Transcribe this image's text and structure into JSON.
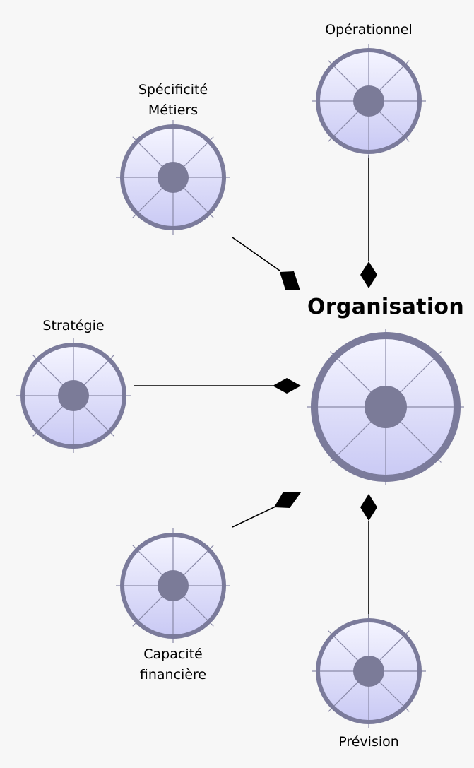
{
  "diagram": {
    "central_node": {
      "label": "Organisation"
    },
    "nodes": {
      "operationnel": {
        "lines": [
          "Opérationnel"
        ]
      },
      "specificite_metiers": {
        "lines": [
          "Spécificité",
          "Métiers"
        ]
      },
      "strategie": {
        "lines": [
          "Stratégie"
        ]
      },
      "capacite_financiere": {
        "lines": [
          "Capacité",
          "financière"
        ]
      },
      "prevision": {
        "lines": [
          "Prévision"
        ]
      }
    },
    "relationship_type": "composition",
    "colors": {
      "node_outline": "#7b7b9b",
      "node_hub": "#7b7b98",
      "node_fill_top": "#f5f5ff",
      "node_fill_bottom": "#c9c9f4",
      "spoke": "#8a8aa8",
      "connector": "#000000",
      "background": "#f7f7f7"
    }
  }
}
